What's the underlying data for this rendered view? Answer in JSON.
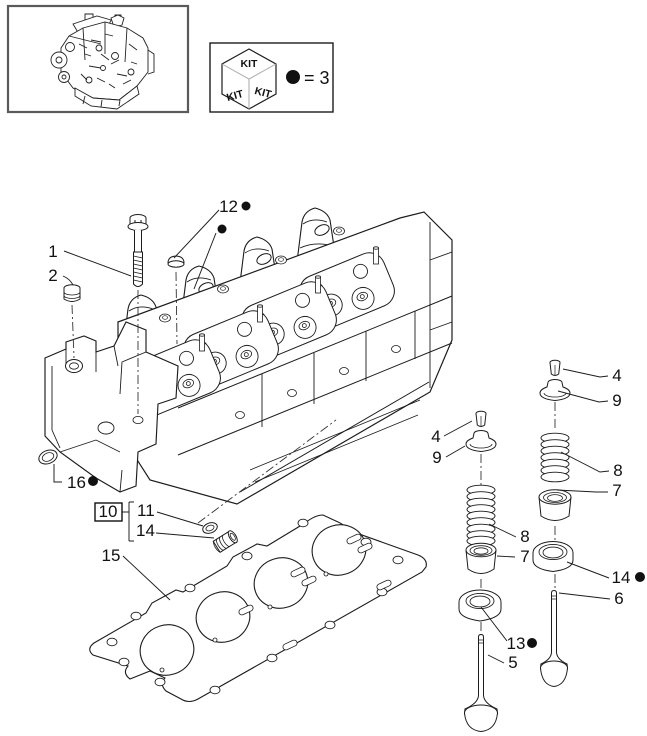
{
  "legend": {
    "box": {
      "kit_top": "KIT",
      "kit_left": "KIT",
      "kit_right": "KIT",
      "equation": "= 3"
    }
  },
  "callouts": {
    "n1": "1",
    "n2": "2",
    "n12": "12",
    "n16": "16",
    "n10": "10",
    "n11": "11",
    "n14_left": "14",
    "n15": "15",
    "n4_mid": "4",
    "n9_mid": "9",
    "n8_mid": "8",
    "n7_mid": "7",
    "n13": "13",
    "n5": "5",
    "n4_right": "4",
    "n9_right": "9",
    "n8_right": "8",
    "n7_right": "7",
    "n14_right": "14",
    "n6": "6"
  },
  "colors": {
    "line": "#1c1c1c",
    "label": "#111111",
    "frame_gray": "#5a5a5a",
    "kit_seam": "#aaaaaa"
  }
}
